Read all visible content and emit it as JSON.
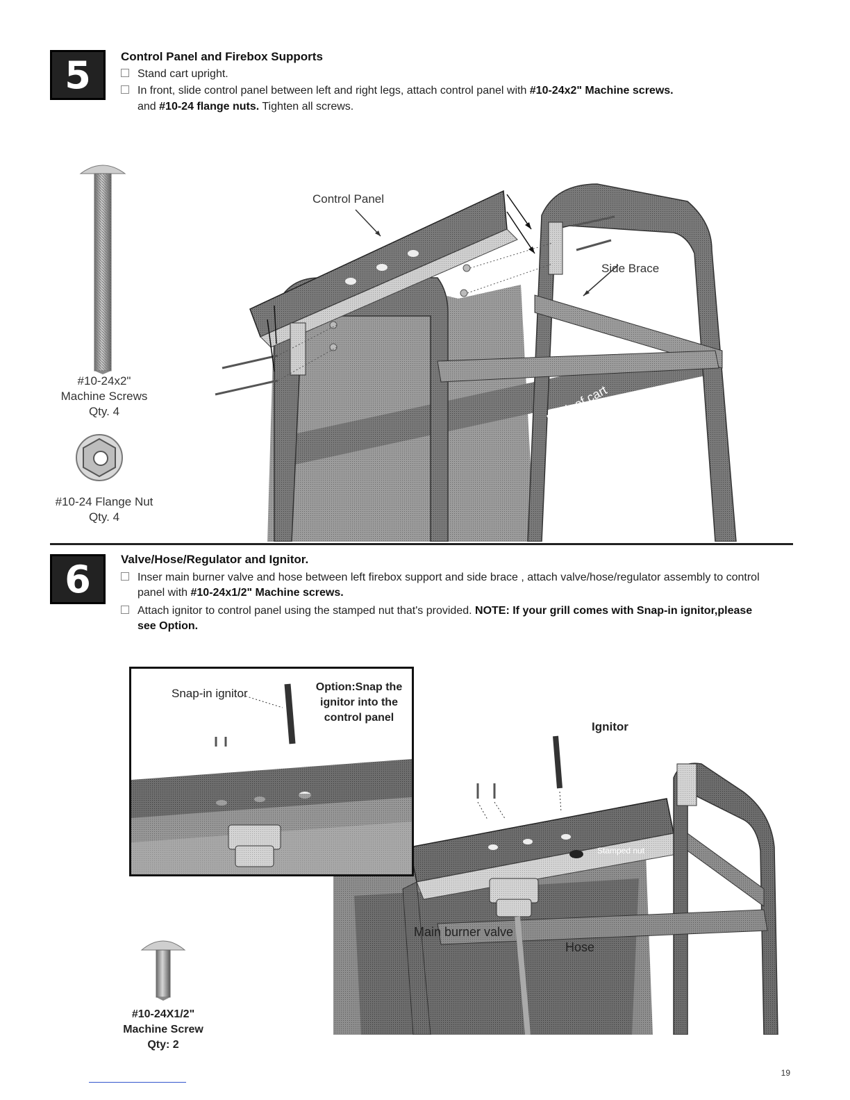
{
  "step5": {
    "number": "5",
    "title": "Control Panel and Firebox Supports",
    "bullet1": "Stand cart upright.",
    "bullet2_a": "In front, slide control panel between left and right legs,  attach control panel with ",
    "bullet2_b": "#10-24x2\" Machine screws.",
    "bullet2_c": "and ",
    "bullet2_d": "#10-24 flange nuts.",
    "bullet2_e": " Tighten all screws.",
    "screw_label": "#10-24x2\"",
    "screw_name": "Machine Screws",
    "screw_qty": "Qty. 4",
    "nut_label": "#10-24 Flange Nut",
    "nut_qty": "Qty. 4",
    "control_panel": "Control Panel",
    "side_brace": "Side Brace",
    "back_of_cart": "Back of cart"
  },
  "step6": {
    "number": "6",
    "title": "Valve/Hose/Regulator and Ignitor.",
    "bullet1_a": "Inser main burner valve and hose between left firebox support and side brace , attach valve/hose/regulator  assembly  to  control",
    "bullet1_b": "panel with ",
    "bullet1_c": "#10-24x1/2\" Machine screws.",
    "bullet2_a": "Attach ignitor to control panel using the stamped nut that's provided. ",
    "bullet2_b": "NOTE: If your grill comes with Snap-in ignitor,please",
    "bullet2_c": "see Option.",
    "snap_in": "Snap-in ignitor",
    "option_1": "Option:Snap the",
    "option_2": "ignitor into the",
    "option_3": "control panel",
    "ignitor": "Ignitor",
    "stamped_nut": "Stamped nut",
    "main_valve": "Main burner valve",
    "hose": "Hose",
    "screw_label": "#10-24X1/2\"",
    "screw_name": "Machine Screw",
    "screw_qty": "Qty: 2"
  },
  "page_number": "19"
}
